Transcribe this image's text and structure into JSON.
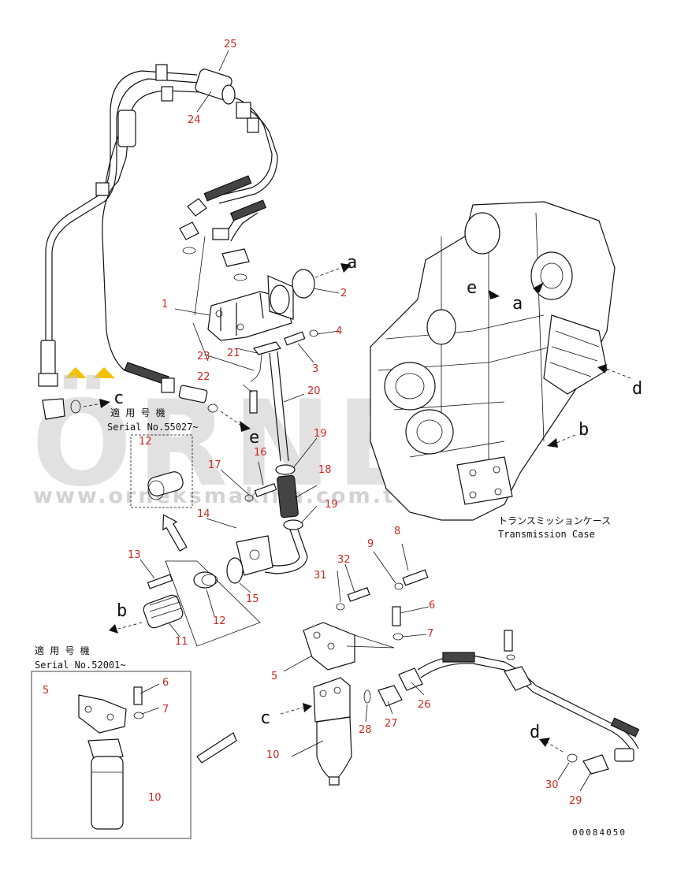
{
  "parts": [
    {
      "no": "1"
    },
    {
      "no": "2"
    },
    {
      "no": "3"
    },
    {
      "no": "4"
    },
    {
      "no": "5"
    },
    {
      "no": "6"
    },
    {
      "no": "7"
    },
    {
      "no": "8"
    },
    {
      "no": "9"
    },
    {
      "no": "10"
    },
    {
      "no": "11"
    },
    {
      "no": "12"
    },
    {
      "no": "13"
    },
    {
      "no": "14"
    },
    {
      "no": "15"
    },
    {
      "no": "16"
    },
    {
      "no": "17"
    },
    {
      "no": "18"
    },
    {
      "no": "19"
    },
    {
      "no": "20"
    },
    {
      "no": "21"
    },
    {
      "no": "22"
    },
    {
      "no": "23"
    },
    {
      "no": "24"
    },
    {
      "no": "25"
    },
    {
      "no": "26"
    },
    {
      "no": "27"
    },
    {
      "no": "28"
    },
    {
      "no": "29"
    },
    {
      "no": "30"
    },
    {
      "no": "31"
    },
    {
      "no": "32"
    }
  ],
  "refs": {
    "a": "a",
    "b": "b",
    "c": "c",
    "d": "d",
    "e": "e"
  },
  "notes": {
    "applicable_jp": "適 用 号 機",
    "serial_55027": "Serial No.55027~",
    "serial_52001": "Serial No.52001~",
    "transmission_jp": "トランスミッションケース",
    "transmission_en": "Transmission Case"
  },
  "drawing_code": "00084050",
  "watermark": {
    "brand": "ÖRNEK",
    "url": "www.orneksmakina.com.tr"
  },
  "colors": {
    "callout": "#cc2a22",
    "line": "#111111",
    "watermark": "#c8c8c8",
    "accent": "#f2c200"
  }
}
